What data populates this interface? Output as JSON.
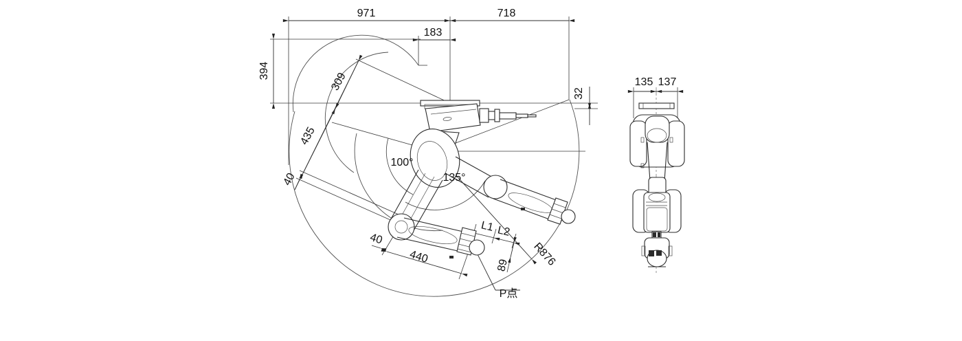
{
  "drawing": {
    "type": "robot-work-envelope-engineering-drawing",
    "background": "#ffffff",
    "line_color": "#3a3a3a",
    "views": {
      "main_view": "side elevation with work envelope arcs",
      "front_view": "front elevation"
    }
  },
  "dims": {
    "d971": "971",
    "d718": "718",
    "d183": "183",
    "d394": "394",
    "d309": "309",
    "d435": "435",
    "d40a": "40",
    "d100": "100°",
    "d135deg": "135°",
    "d40b": "40",
    "d440": "440",
    "dL1": "L1",
    "dL2": "L2",
    "d89": "89",
    "dR876": "R876",
    "dP": "P点",
    "d32": "32",
    "d135": "135",
    "d137": "137"
  }
}
